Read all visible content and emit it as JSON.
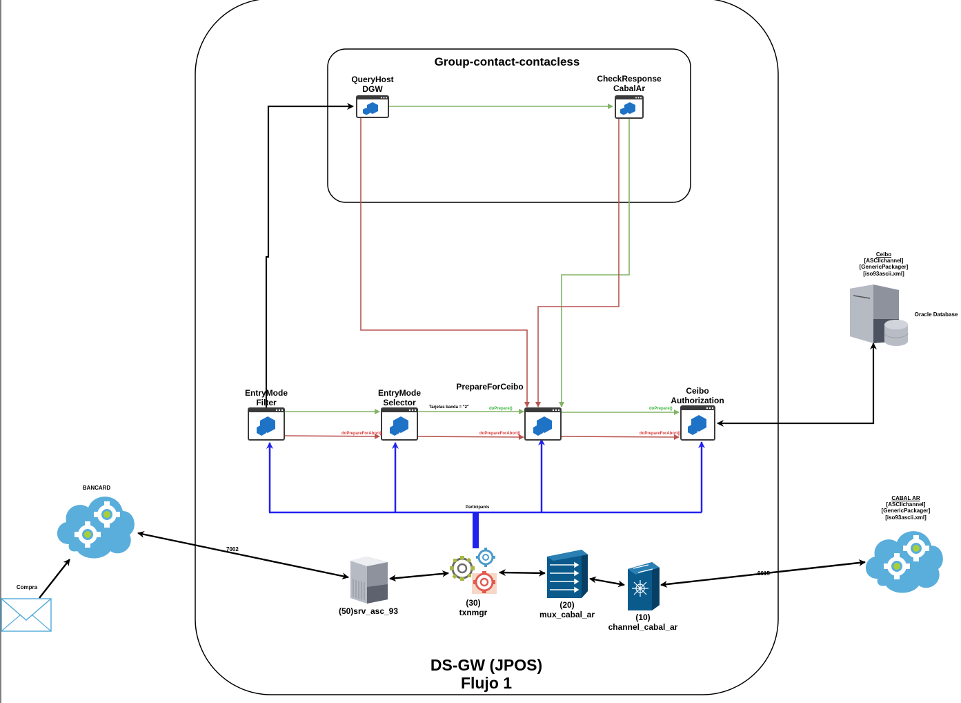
{
  "main_group": {
    "title_line1": "DS-GW (JPOS)",
    "title_line2": "Flujo 1"
  },
  "sub_group": {
    "title": "Group-contact-contacless"
  },
  "participants": {
    "query_host": {
      "line1": "QueryHost",
      "line2": "DGW"
    },
    "check_response": {
      "line1": "CheckResponse",
      "line2": "CabalAr"
    },
    "entry_mode_filter": {
      "line1": "EntryMode",
      "line2": "Filter"
    },
    "entry_mode_selector": {
      "line1": "EntryMode",
      "line2": "Selector"
    },
    "prepare_for_ceibo": {
      "line1": "PrepareForCeibo"
    },
    "ceibo_authorization": {
      "line1": "Ceibo",
      "line2": "Authorization"
    }
  },
  "edge_labels": {
    "tarjetas_banda": "Tarjetas banda = \"2\"",
    "do_prepare_1": "doPrepare()",
    "do_prepare_2": "doPrepare()",
    "do_prepare_abort_1": "doPrepareForAbort()",
    "do_prepare_abort_2": "doPrepareForAbort()",
    "do_prepare_abort_3": "doPrepareForAbort()",
    "participants": "Participants",
    "port_7002": "7002",
    "port_9015": "9015"
  },
  "components": {
    "srv": "(50)srv_asc_93",
    "txnmgr_num": "(30)",
    "txnmgr": "txnmgr",
    "mux_num": "(20)",
    "mux": "mux_cabal_ar",
    "channel_num": "(10)",
    "channel": "channel_cabal_ar"
  },
  "external": {
    "bancard": "BANCARD",
    "compra": "Compra",
    "ceibo": {
      "title": "Ceibo",
      "line1": "[ASCIIchannel]",
      "line2": "[GenericPackager]",
      "line3": "[iso93ascii.xml]"
    },
    "oracle": "Oracle Database",
    "cabal_ar": {
      "title": "CABAL AR",
      "line1": "[ASCIIchannel]",
      "line2": "[GenericPackager]",
      "line3": "[iso93ascii.xml]"
    }
  },
  "colors": {
    "green": "#82b366",
    "red": "#b85450",
    "blue": "#2222ee",
    "black": "#000000",
    "cloud": "#5aaedb",
    "part_blue": "#1f73c7"
  }
}
